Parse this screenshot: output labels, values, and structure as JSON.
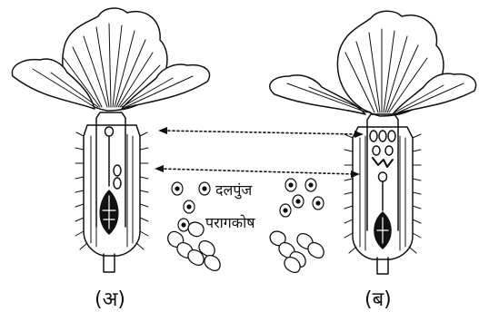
{
  "labels": {
    "pollen": "दलपुंज",
    "anther": "परागकोष",
    "flower_a": "(अ)",
    "flower_b": "(ब)"
  },
  "colors": {
    "ink": "#111111",
    "paper": "#ffffff"
  }
}
